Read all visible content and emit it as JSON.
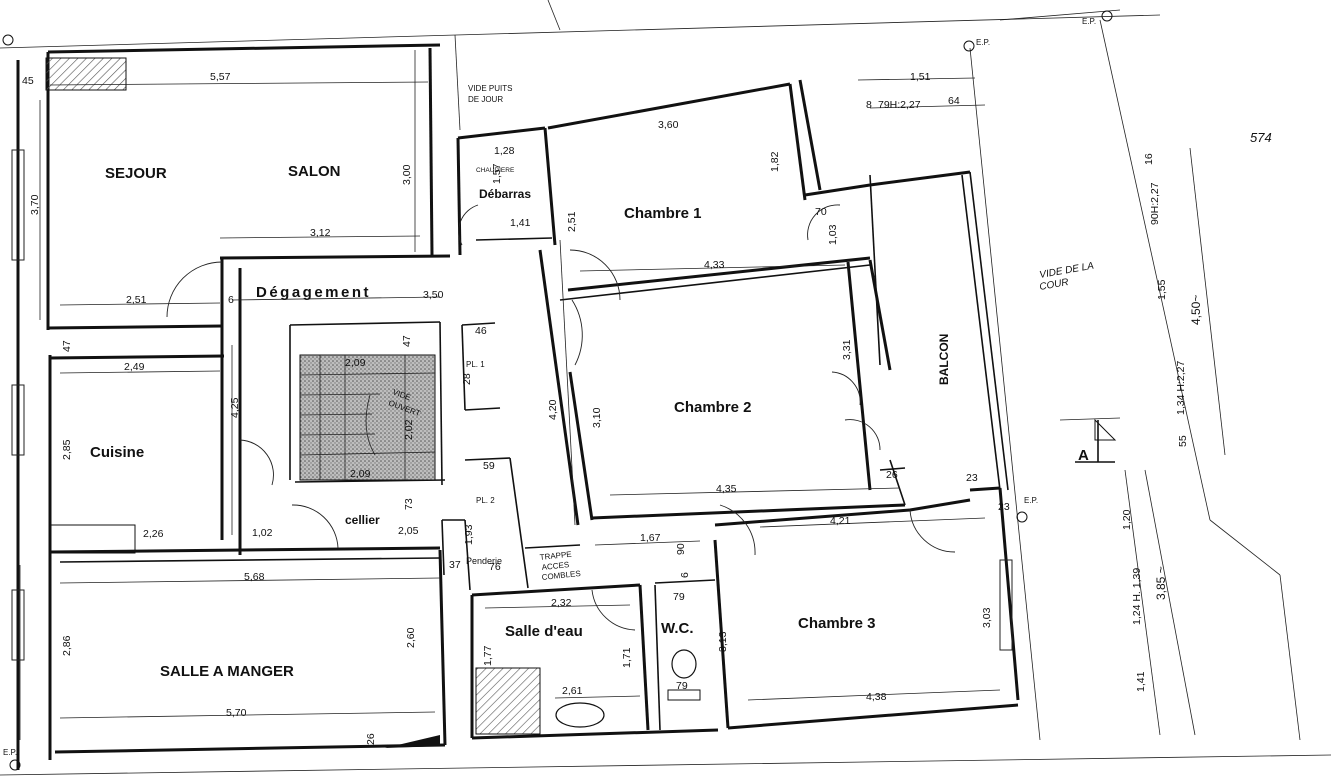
{
  "plan": {
    "sheet_number": "574",
    "section_marker": "A",
    "rooms": {
      "sejour": "SEJOUR",
      "salon": "SALON",
      "debarras": "Débarras",
      "chambre1": "Chambre 1",
      "degagement": "Dégagement",
      "cuisine": "Cuisine",
      "chambre2": "Chambre 2",
      "balcon": "BALCON",
      "cellier": "cellier",
      "penderie": "Penderie",
      "salle_eau": "Salle d'eau",
      "wc": "W.C.",
      "chambre3": "Chambre 3",
      "salle_manger": "SALLE A MANGER"
    },
    "notes": {
      "vide_puits_1": "VIDE PUITS",
      "vide_puits_2": "DE JOUR",
      "vide_cour_1": "VIDE DE LA",
      "vide_cour_2": "COUR",
      "chaudiere": "CHAUDIERE",
      "trappe_1": "TRAPPE",
      "trappe_2": "ACCES",
      "trappe_3": "COMBLES",
      "vide_ouvert_1": "VIDE",
      "vide_ouvert_2": "OUVERT",
      "ep_1": "E.P.",
      "ep_2": "E.P.",
      "ep_3": "E.P.",
      "ep_4": "E.P.",
      "pl1": "PL. 1",
      "pl2": "PL. 2"
    },
    "dims": {
      "d_45": "45",
      "d_557": "5,57",
      "d_370": "3,70",
      "d_300": "3,00",
      "d_312": "3,12",
      "d_128": "1,28",
      "d_157": "1,57",
      "d_141": "1,41",
      "d_360": "3,60",
      "d_182": "1,82",
      "d_251a": "2,51",
      "d_151": "1,51",
      "d_8": "8",
      "d_79h": "79H:2,27",
      "d_64": "64",
      "d_70": "70",
      "d_103": "1,03",
      "d_16": "16",
      "d_90h": "90H:2,27",
      "d_155": "1,55",
      "d_450": "4,50~",
      "d_134": "1,34 H:2,27",
      "d_55": "55",
      "d_251b": "2,51",
      "d_6a": "6",
      "d_350": "3,50",
      "d_433": "4,33",
      "d_47a": "47",
      "d_249": "2,49",
      "d_425": "4,25",
      "d_209a": "2,09",
      "d_47b": "47",
      "d_46": "46",
      "d_28": "28",
      "d_202": "2,02",
      "d_331": "3,31",
      "d_420": "4,20",
      "d_310": "3,10",
      "d_285": "2,85",
      "d_209b": "2,09",
      "d_73": "73",
      "d_59": "59",
      "d_26a": "26",
      "d_435": "4,35",
      "d_23a": "23",
      "d_23b": "23",
      "d_226": "2,26",
      "d_102": "1,02",
      "d_205": "2,05",
      "d_193": "1,93",
      "d_167": "1,67",
      "d_90": "90",
      "d_421": "4,21",
      "d_120": "1,20",
      "d_568": "5,68",
      "d_37": "37",
      "d_76": "76",
      "d_232": "2,32",
      "d_79a": "79",
      "d_6b": "6",
      "d_124": "1,24 H. 1,39",
      "d_385": "3,85 ~",
      "d_286": "2,86",
      "d_260": "2,60",
      "d_177": "1,77",
      "d_171": "1,71",
      "d_313": "3,13",
      "d_303": "3,03",
      "d_261": "2,61",
      "d_79b": "79",
      "d_438": "4,38",
      "d_141b": "1,41",
      "d_570": "5,70",
      "d_26b": "26"
    }
  }
}
